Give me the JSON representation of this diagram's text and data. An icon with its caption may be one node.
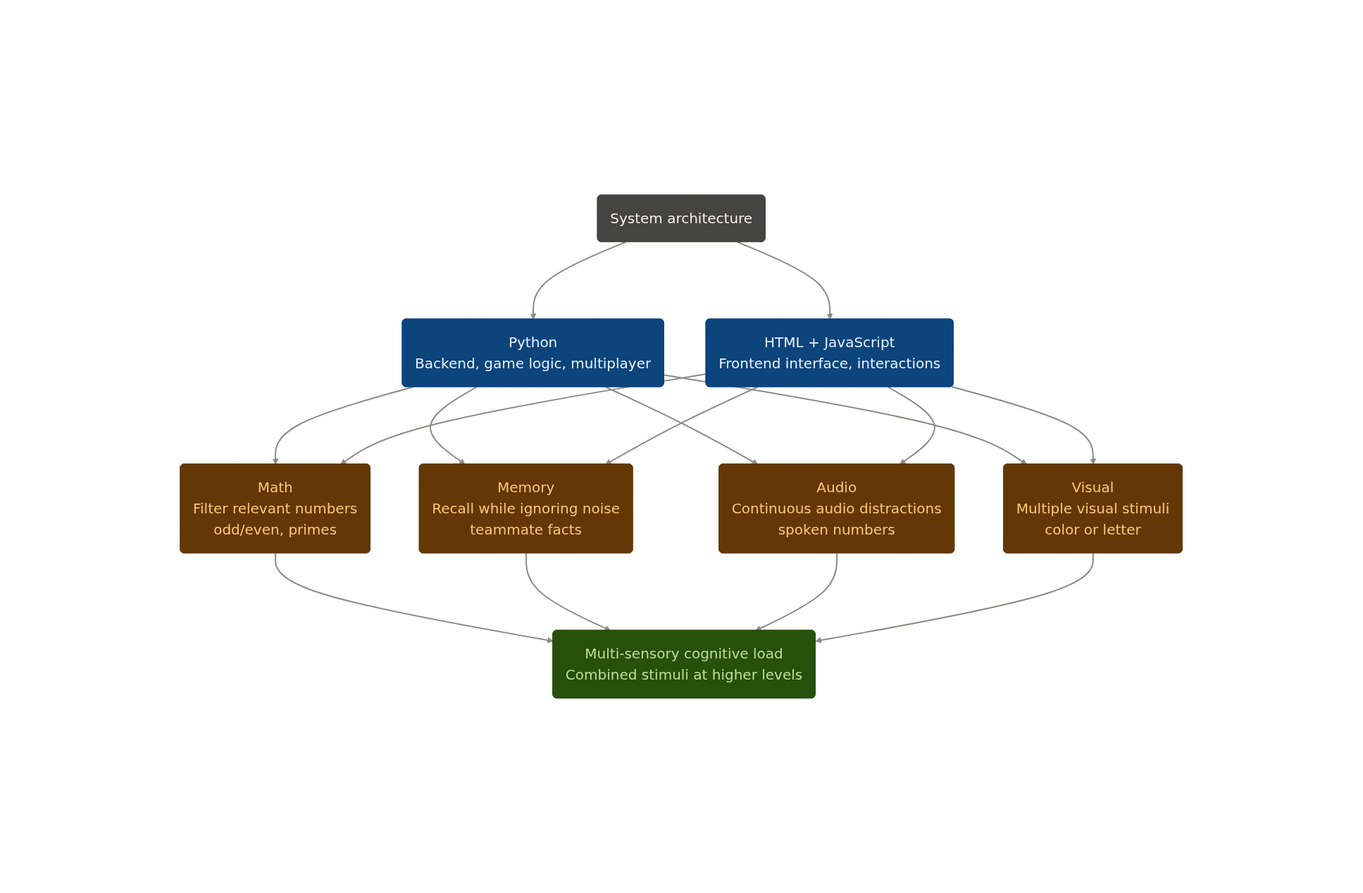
{
  "diagram": {
    "nodes": [
      {
        "text": [
          "System architecture"
        ]
      },
      {
        "text": [
          "Python",
          "Backend, game logic, multiplayer"
        ]
      },
      {
        "text": [
          "HTML + JavaScript",
          "Frontend interface, interactions"
        ]
      },
      {
        "text": [
          "Math",
          "Filter relevant numbers",
          "odd/even, primes"
        ]
      },
      {
        "text": [
          "Memory",
          "Recall while ignoring noise",
          "teammate facts"
        ]
      },
      {
        "text": [
          "Audio",
          "Continuous audio distractions",
          "spoken numbers"
        ]
      },
      {
        "text": [
          "Visual",
          "Multiple visual stimuli",
          "color or letter"
        ]
      },
      {
        "text": [
          "Multi-sensory cognitive load",
          "Combined stimuli at higher levels"
        ]
      }
    ],
    "edges": [
      {
        "from": 0,
        "to": 1,
        "arrow": "to"
      },
      {
        "from": 0,
        "to": 2,
        "arrow": "to"
      },
      {
        "from": 1,
        "to": 3,
        "arrow": "to"
      },
      {
        "from": 1,
        "to": 4,
        "arrow": "to"
      },
      {
        "from": 1,
        "to": 5,
        "arrow": "to"
      },
      {
        "from": 1,
        "to": 6,
        "arrow": "to"
      },
      {
        "from": 2,
        "to": 3,
        "arrow": "to"
      },
      {
        "from": 2,
        "to": 4,
        "arrow": "to"
      },
      {
        "from": 2,
        "to": 5,
        "arrow": "to"
      },
      {
        "from": 2,
        "to": 6,
        "arrow": "to"
      },
      {
        "from": 3,
        "to": 7,
        "arrow": "to"
      },
      {
        "from": 4,
        "to": 7,
        "arrow": "to"
      },
      {
        "from": 5,
        "to": 7,
        "arrow": "to"
      },
      {
        "from": 6,
        "to": 7,
        "arrow": "to"
      }
    ]
  }
}
